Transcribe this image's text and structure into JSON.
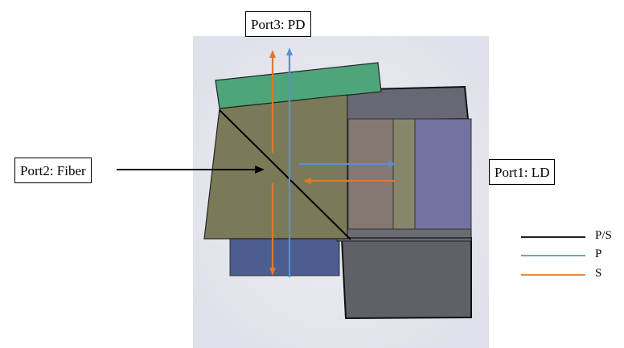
{
  "ports": {
    "port3": "Port3: PD",
    "port2": "Port2: Fiber",
    "port1": "Port1: LD"
  },
  "legend": [
    {
      "label": "P/S",
      "color": "#000000"
    },
    {
      "label": "P",
      "color": "#5b8fd0"
    },
    {
      "label": "S",
      "color": "#e0782a"
    }
  ],
  "colors": {
    "p_beam": "#5b8fd0",
    "s_beam": "#e0782a",
    "ps_beam": "#000000",
    "prism_body": "#7a7a58",
    "top_plate": "#4ea57a",
    "bottom_block": "#4c5d8f",
    "housing": "#5f6068",
    "laser_left": "#857873",
    "laser_mid": "#86866a",
    "laser_right": "#7472a0"
  }
}
